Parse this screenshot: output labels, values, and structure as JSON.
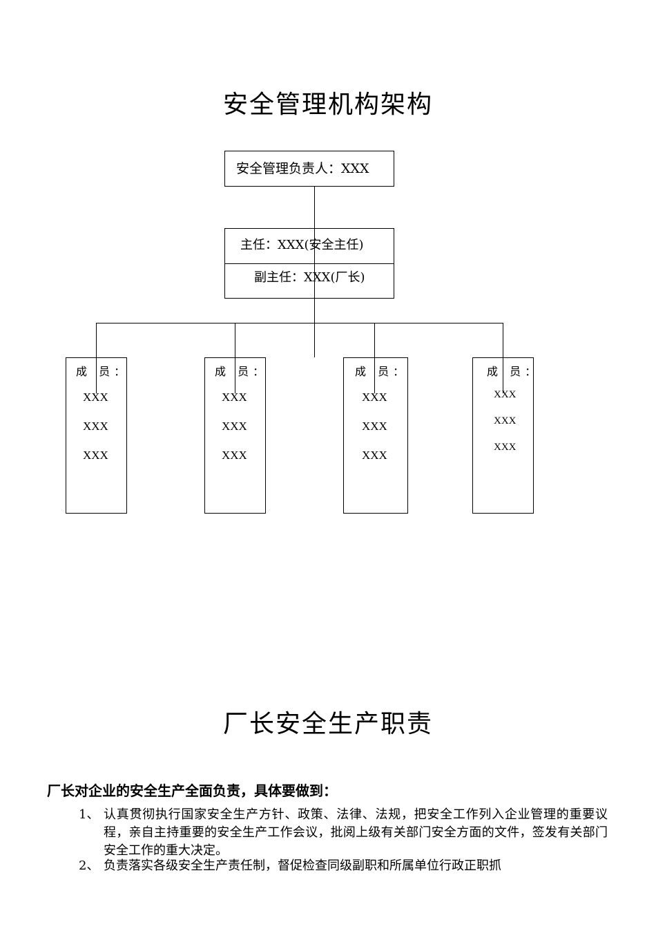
{
  "org_chart": {
    "title": "安全管理机构架构",
    "head_box": "安全管理负责人：XXX",
    "director": "主任：XXX(安全主任)",
    "deputy_director": "副主任：XXX(厂长)",
    "groups": [
      {
        "label": "成 员：",
        "members": [
          "XXX",
          "XXX",
          "XXX"
        ]
      },
      {
        "label": "成 员：",
        "members": [
          "XXX",
          "XXX",
          "XXX"
        ]
      },
      {
        "label": "成 员：",
        "members": [
          "XXX",
          "XXX",
          "XXX"
        ]
      },
      {
        "label": "成 员：",
        "members": [
          "XXX",
          "XXX",
          "XXX"
        ]
      }
    ]
  },
  "responsibilities": {
    "title": "厂长安全生产职责",
    "intro": "厂长对企业的安全生产全面负责，具体要做到：",
    "items": [
      {
        "num": "1、",
        "text": "认真贯彻执行国家安全生产方针、政策、法律、法规，把安全工作列入企业管理的重要议程，亲自主持重要的安全生产工作会议，批阅上级有关部门安全方面的文件，签发有关部门安全工作的重大决定。"
      },
      {
        "num": "2、",
        "text": "负责落实各级安全生产责任制，督促检查同级副职和所属单位行政正职抓"
      }
    ]
  }
}
